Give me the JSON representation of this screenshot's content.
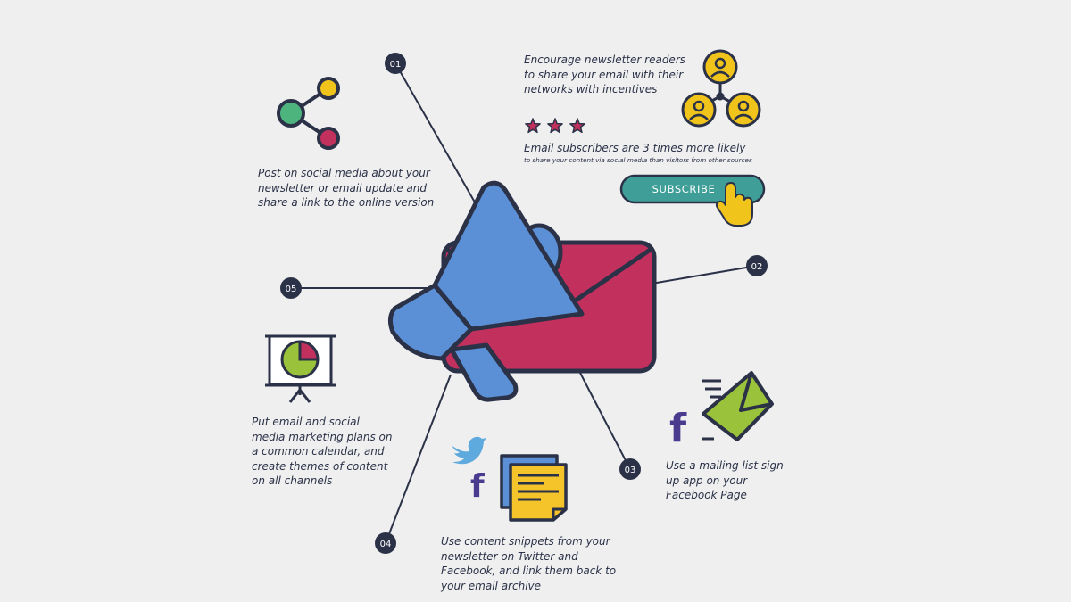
{
  "colors": {
    "background": "#efeff0",
    "navy": "#2b3247",
    "megaphone_blue": "#5b8fd6",
    "envelope_crimson": "#c2305e",
    "share_green": "#4db47e",
    "share_yellow": "#f1c41c",
    "pie_green": "#9bc23b",
    "teal_button": "#3f9f98",
    "twitter_blue": "#5ea9dd",
    "facebook_purple": "#4b3b8f",
    "note_yellow": "#f4c42a"
  },
  "steps": [
    {
      "number": "01",
      "icon": "share-icon",
      "text": "Post on social media about your newsletter or email update and share a link to the online version"
    },
    {
      "number": "02",
      "icon": "referral-network-icon",
      "text": "Encourage newsletter readers to share your email with their networks with incentives"
    },
    {
      "number": "03",
      "icon": "facebook-mail-icon",
      "text": "Use a mailing list sign-up app on your Facebook Page"
    },
    {
      "number": "04",
      "icon": "content-snippets-icon",
      "text": "Use content snippets from your newsletter on Twitter and Facebook, and link them back to your email archive"
    },
    {
      "number": "05",
      "icon": "presentation-chart-icon",
      "text": "Put email and social media marketing plans on a common calendar, and create themes of content on all channels"
    }
  ],
  "stat": {
    "stars": 3,
    "headline": "Email subscribers are 3 times more likely",
    "detail": "to share your content via social media than visitors from other sources"
  },
  "subscribe_button": {
    "label": "SUBSCRIBE"
  },
  "facebook_glyph": "f"
}
